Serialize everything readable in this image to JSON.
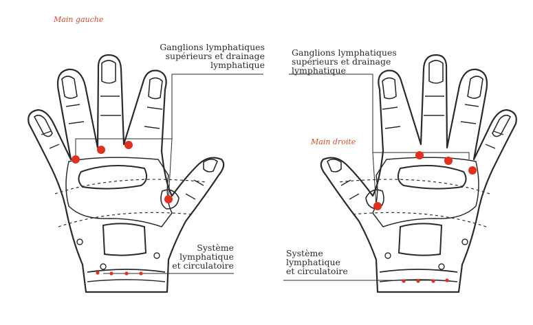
{
  "left_hand": {
    "title": "Main gauche",
    "top_label": [
      "Ganglions lymphatiques",
      "supérieurs et drainage",
      "lymphatique"
    ],
    "bottom_label": [
      "Système",
      "lymphatique",
      "et circulatoire"
    ]
  },
  "right_hand": {
    "title": "Main droite",
    "top_label": [
      "Ganglions lymphatiques",
      "supérieurs et drainage",
      "lymphatique"
    ],
    "bottom_label": [
      "Système",
      "lymphatique",
      "et circulatoire"
    ]
  },
  "colors": {
    "accent": "#d94a2b",
    "point": "#e0301e",
    "line": "#2a2a2a"
  }
}
